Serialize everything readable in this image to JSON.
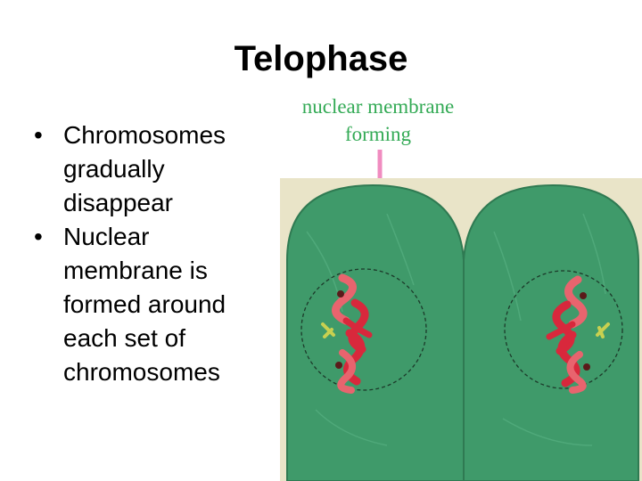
{
  "slide": {
    "title": "Telophase",
    "bullets": [
      "Chromosomes gradually disappear",
      "Nuclear membrane is formed around each set of chromosomes"
    ]
  },
  "diagram": {
    "callout_label": "nuclear membrane forming",
    "colors": {
      "cell_fill": "#3f9a6a",
      "background": "#e9e4c8",
      "chromosome": "#d8283c",
      "chromosome_light": "#e8646e",
      "callout_text": "#33aa55",
      "pointer_line": "#f08cc0",
      "centriole": "#c8d050"
    }
  }
}
